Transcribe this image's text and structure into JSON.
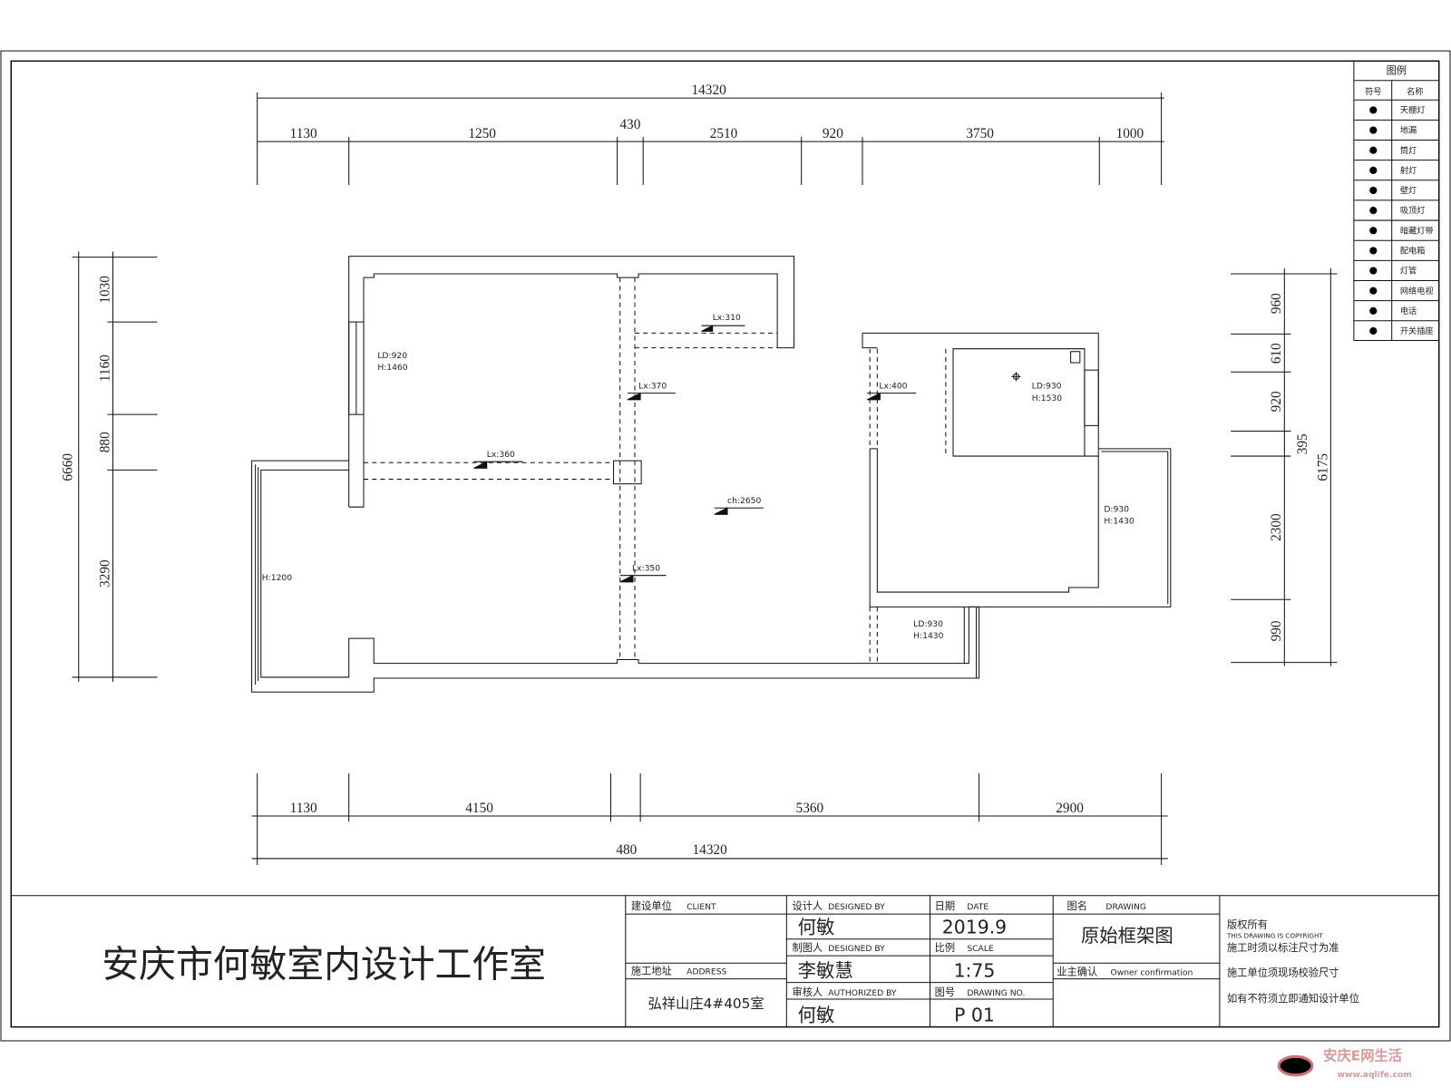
{
  "top_dims": {
    "total": "14320",
    "segments": [
      "1130",
      "1250",
      "430",
      "2510",
      "920",
      "3750",
      "1000"
    ]
  },
  "bottom_dims": {
    "total": "14320",
    "gap": "480",
    "segments": [
      "1130",
      "4150",
      "5360",
      "2900"
    ]
  },
  "left_dims": {
    "total": "6660",
    "segments": [
      "1030",
      "1160",
      "880",
      "3290"
    ]
  },
  "right_dims": {
    "total": "6175",
    "segments": [
      "960",
      "610",
      "920",
      "395",
      "2300",
      "990"
    ]
  },
  "plan_labels": [
    "Lx:310",
    "LD:920",
    "H:1460",
    "Lx:370",
    "Lx:400",
    "LD:930",
    "H:1530",
    "Lx:360",
    "ch:2650",
    "D:930",
    "H:1430",
    "H:1200",
    "Lx:350",
    "LD:930",
    "H:1430"
  ],
  "legend": {
    "title": "图例",
    "col_symbol": "符号",
    "col_name": "名称",
    "items": [
      {
        "icon": "ceiling-light-icon",
        "name": "天棚灯"
      },
      {
        "icon": "floor-drain-icon",
        "name": "地漏"
      },
      {
        "icon": "downlight-icon",
        "name": "筒灯"
      },
      {
        "icon": "spotlight-icon",
        "name": "射灯"
      },
      {
        "icon": "wall-lamp-icon",
        "name": "壁灯"
      },
      {
        "icon": "ceiling-lamp-icon",
        "name": "吸顶灯"
      },
      {
        "icon": "light-strip-icon",
        "name": "暗藏灯带"
      },
      {
        "icon": "distribution-box-icon",
        "name": "配电箱"
      },
      {
        "icon": "tube-light-icon",
        "name": "灯管"
      },
      {
        "icon": "tv-outlet-icon",
        "name": "网络电视"
      },
      {
        "icon": "phone-outlet-icon",
        "name": "电话"
      },
      {
        "icon": "switch-icon",
        "name": "开关插座"
      }
    ]
  },
  "title_block": {
    "studio": "安庆市何敏室内设计工作室",
    "client_label": "建设单位",
    "client_en": "CLIENT",
    "address_label": "施工地址",
    "address_en": "ADDRESS",
    "address": "弘祥山庄4#405室",
    "designer_label": "设计人",
    "designer_en": "DESIGNED BY",
    "designer": "何敏",
    "drawer_label": "制图人",
    "drawer_en": "DESIGNED BY",
    "drawer": "李敏慧",
    "checker_label": "审核人",
    "checker_en": "AUTHORIZED BY",
    "checker": "何敏",
    "date_label": "日期",
    "date_en": "DATE",
    "date": "2019.9",
    "scale_label": "比例",
    "scale_en": "SCALE",
    "scale": "1:75",
    "no_label": "图号",
    "no_en": "DRAWING NO.",
    "no": "P 01",
    "name_label": "图名",
    "name_en": "DRAWING",
    "name": "原始框架图",
    "confirm_label": "业主确认",
    "confirm_en": "Owner confirmation",
    "copyright": "版权所有",
    "copyright_en": "THIS DRAWING IS COPYRIGHT",
    "note1": "施工时须以标注尺寸为准",
    "note2": "施工单位须现场校验尺寸",
    "note3": "如有不符须立即通知设计单位"
  },
  "watermark": "安庆E网生活",
  "watermark_url": "www.aqlife.com"
}
